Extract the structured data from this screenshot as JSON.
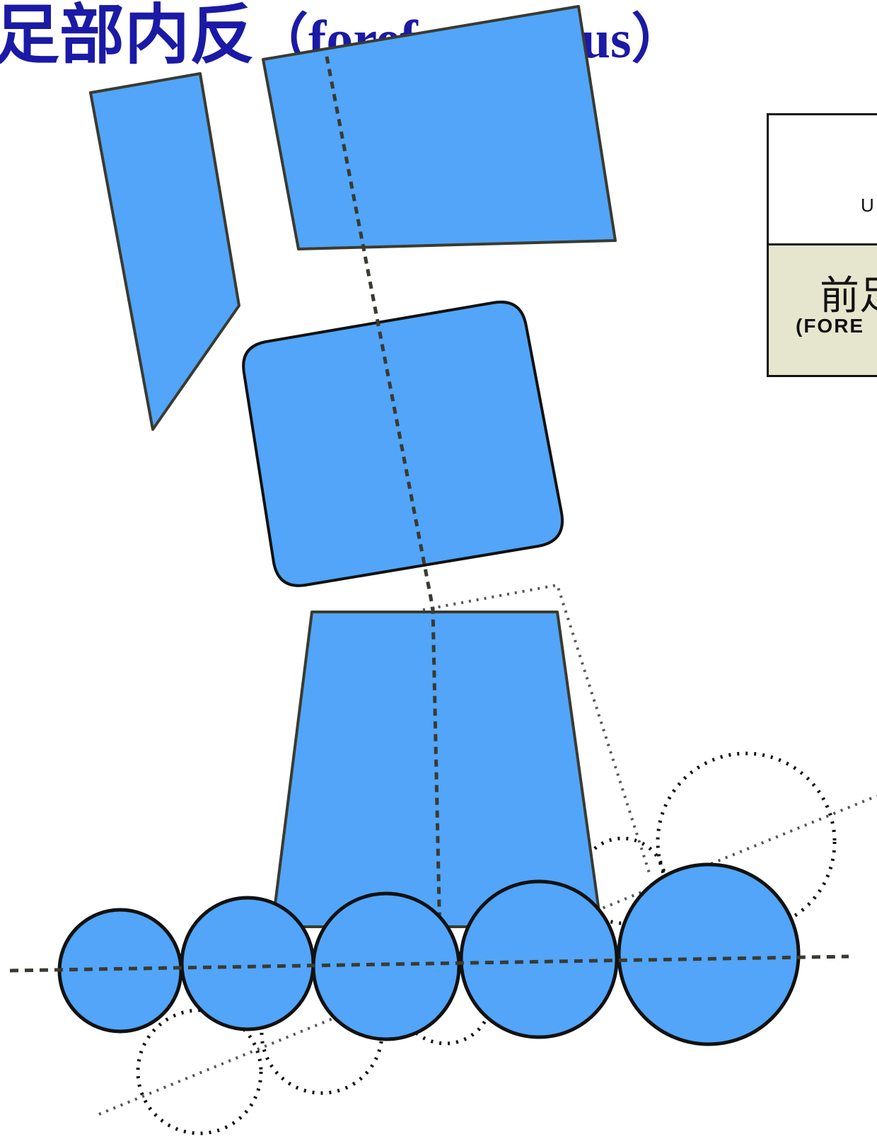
{
  "title": {
    "zh": "足部内反",
    "en": "（forefoot varus）"
  },
  "table": {
    "header_text": "U",
    "label_zh": "前足",
    "label_en": "(FORE"
  },
  "colors": {
    "bone_fill": "#52a5f8",
    "bone_stroke": "#3a3a30",
    "title": "#1a1aa6",
    "table_fill": "#e6e6cf"
  }
}
